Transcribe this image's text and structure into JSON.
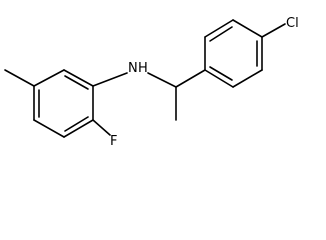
{
  "molecule": {
    "atoms": {
      "nitrogen": "N",
      "hydrogen": "H",
      "fluorine": "F",
      "chlorine": "Cl"
    }
  }
}
